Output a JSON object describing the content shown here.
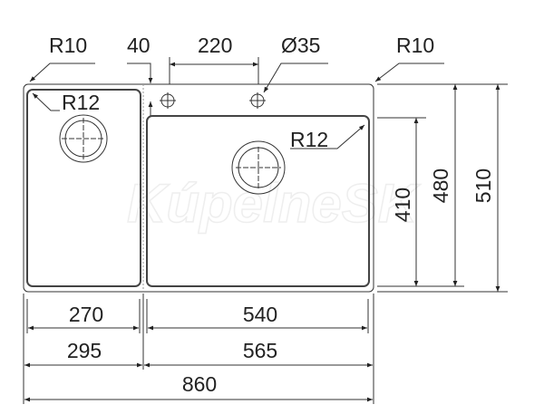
{
  "watermark": "KúpelneSK",
  "labels": {
    "r10_left": "R10",
    "gap_40": "40",
    "tap_spacing_220": "220",
    "tap_hole_diameter": "Ø35",
    "r10_right": "R10",
    "r12_left": "R12",
    "r12_right": "R12",
    "height_410": "410",
    "height_480": "480",
    "height_510": "510",
    "width_270": "270",
    "width_540": "540",
    "width_295": "295",
    "width_565": "565",
    "width_860": "860"
  },
  "colors": {
    "line": "#333333",
    "text": "#222222"
  }
}
